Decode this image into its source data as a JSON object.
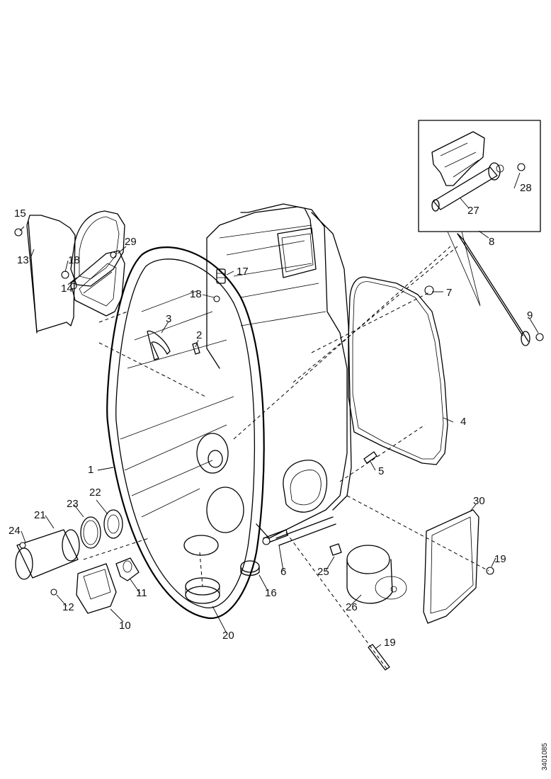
{
  "figure_code": "3401085",
  "callouts": [
    {
      "id": "c1",
      "text": "1"
    },
    {
      "id": "c2",
      "text": "2"
    },
    {
      "id": "c3",
      "text": "3"
    },
    {
      "id": "c4",
      "text": "4"
    },
    {
      "id": "c5",
      "text": "5"
    },
    {
      "id": "c6",
      "text": "6"
    },
    {
      "id": "c7",
      "text": "7"
    },
    {
      "id": "c8",
      "text": "8"
    },
    {
      "id": "c9",
      "text": "9"
    },
    {
      "id": "c10",
      "text": "10"
    },
    {
      "id": "c11",
      "text": "11"
    },
    {
      "id": "c12",
      "text": "12"
    },
    {
      "id": "c13",
      "text": "13"
    },
    {
      "id": "c14",
      "text": "14"
    },
    {
      "id": "c15",
      "text": "15"
    },
    {
      "id": "c16",
      "text": "16"
    },
    {
      "id": "c17",
      "text": "17"
    },
    {
      "id": "c18a",
      "text": "18"
    },
    {
      "id": "c18b",
      "text": "18"
    },
    {
      "id": "c19a",
      "text": "19"
    },
    {
      "id": "c19b",
      "text": "19"
    },
    {
      "id": "c20",
      "text": "20"
    },
    {
      "id": "c21",
      "text": "21"
    },
    {
      "id": "c22",
      "text": "22"
    },
    {
      "id": "c23",
      "text": "23"
    },
    {
      "id": "c24",
      "text": "24"
    },
    {
      "id": "c25",
      "text": "25"
    },
    {
      "id": "c26",
      "text": "26"
    },
    {
      "id": "c27",
      "text": "27"
    },
    {
      "id": "c28",
      "text": "28"
    },
    {
      "id": "c29",
      "text": "29"
    },
    {
      "id": "c30",
      "text": "30"
    }
  ]
}
